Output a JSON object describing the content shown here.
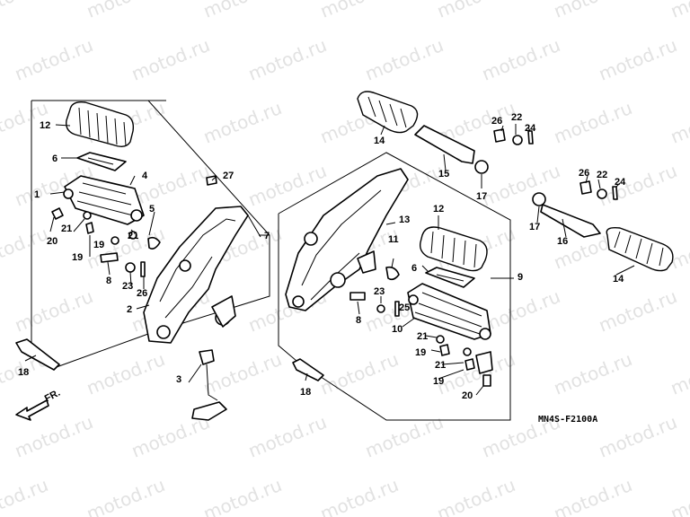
{
  "watermark_text": "motod.ru",
  "diagram_code": "MN4S-F2100A",
  "direction_label": "FR.",
  "callouts_left": [
    "12",
    "6",
    "4",
    "1",
    "27",
    "5",
    "20",
    "21",
    "21",
    "19",
    "19",
    "7",
    "8",
    "23",
    "26",
    "2",
    "3",
    "18"
  ],
  "callouts_right": [
    "14",
    "15",
    "26",
    "22",
    "24",
    "17",
    "26",
    "22",
    "24",
    "17",
    "16",
    "14",
    "13",
    "12",
    "6",
    "9",
    "11",
    "23",
    "8",
    "25",
    "10",
    "21",
    "19",
    "21",
    "19",
    "20",
    "18"
  ]
}
